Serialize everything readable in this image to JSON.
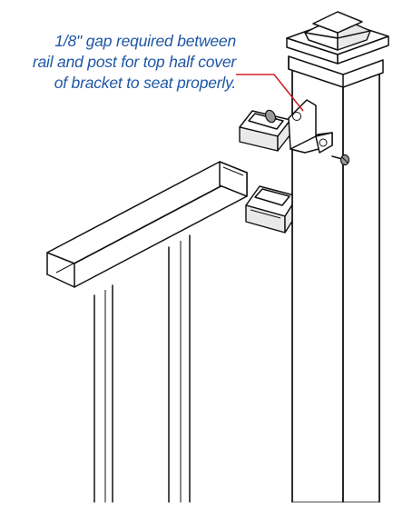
{
  "annotation": {
    "lines": [
      "1/8\" gap required between",
      "rail and post for top half cover",
      "of bracket to seat properly."
    ],
    "color": "#1f57a5",
    "leader_color": "#d0202a"
  }
}
